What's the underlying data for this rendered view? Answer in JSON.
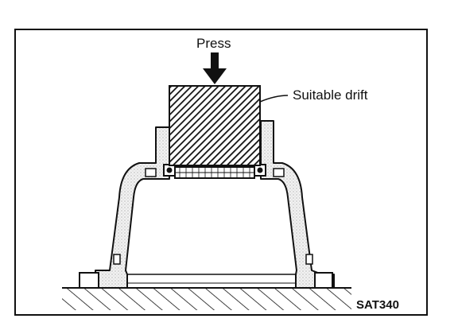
{
  "labels": {
    "press": "Press",
    "drift": "Suitable drift",
    "figure_code": "SAT340"
  },
  "colors": {
    "ink": "#111111",
    "paper": "#ffffff",
    "housing_fill": "#e6e6e6",
    "drift_fill": "#1a1a1a"
  },
  "icons": {
    "press_arrow": "arrow-down-icon"
  }
}
